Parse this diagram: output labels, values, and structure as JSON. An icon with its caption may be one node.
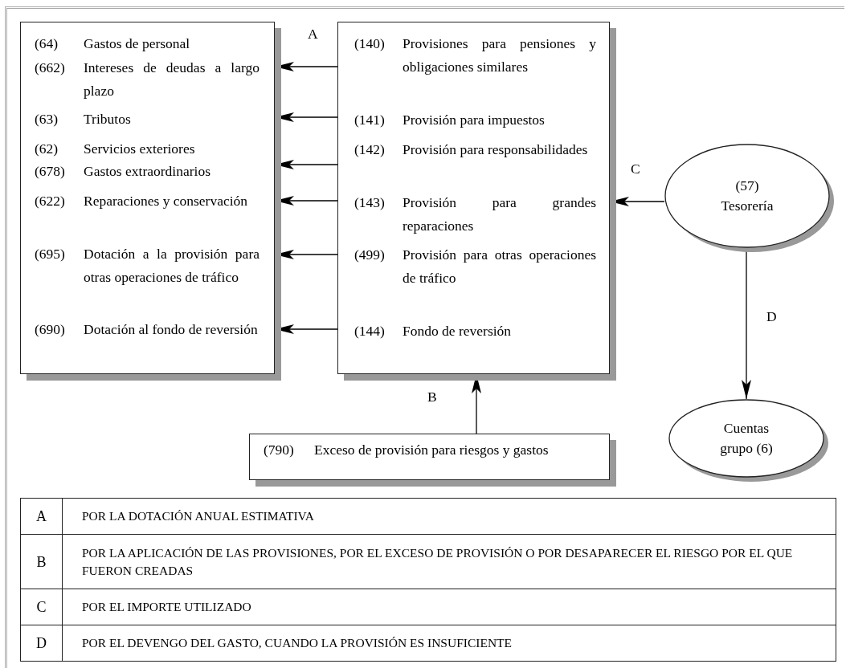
{
  "diagram": {
    "nodes": [
      {
        "text": [
          "(64)",
          "Gastos de personal",
          "(662)",
          "Intereses de deudas a largo plazo",
          "(63)",
          "Tributos",
          "(62)",
          "Servicios exteriores",
          "(678)",
          "Gastos extraordinarios",
          "(622)",
          "Reparaciones y conservación",
          "(695)",
          "Dotación a la provisión para otras operaciones de tráfico",
          "(690)",
          "Dotación al fondo de reversión"
        ]
      },
      {
        "text": [
          "(140)",
          "Provisiones para pensiones y obligaciones similares",
          "(141)",
          "Provisión para impuestos",
          "(142)",
          "Provisión para responsabilidades",
          "(143)",
          "Provisión para grandes reparaciones",
          "(499)",
          "Provisión para otras operaciones de tráfico",
          "(144)",
          "Fondo de reversión"
        ]
      },
      {
        "text": [
          "(57) Tesorería"
        ]
      },
      {
        "text": [
          "(790)",
          "Exceso de provisión para riesgos y gastos"
        ]
      },
      {
        "text": [
          "Cuentas grupo (6)"
        ]
      }
    ],
    "edges": [
      {
        "from": 1,
        "to": 0,
        "arrow": "to",
        "label": "A"
      },
      {
        "from": 1,
        "to": 0,
        "arrow": "to"
      },
      {
        "from": 1,
        "to": 0,
        "arrow": "to"
      },
      {
        "from": 1,
        "to": 0,
        "arrow": "to"
      },
      {
        "from": 1,
        "to": 0,
        "arrow": "to"
      },
      {
        "from": 1,
        "to": 0,
        "arrow": "to"
      },
      {
        "from": 3,
        "to": 1,
        "arrow": "to",
        "label": "B"
      },
      {
        "from": 2,
        "to": 1,
        "arrow": "to",
        "label": "C"
      },
      {
        "from": 2,
        "to": 4,
        "arrow": "to",
        "label": "D"
      }
    ],
    "labels": [
      "A",
      "POR LA DOTACIÓN ANUAL ESTIMATIVA",
      "B",
      "POR LA APLICACIÓN DE LAS PROVISIONES, POR EL EXCESO DE PROVISIÓN O POR DESAPARECER EL RIESGO POR EL QUE FUERON CREADAS",
      "C",
      "POR EL IMPORTE UTILIZADO",
      "D",
      "POR EL DEVENGO DEL GASTO, CUANDO LA PROVISIÓN ES INSUFICIENTE"
    ]
  }
}
